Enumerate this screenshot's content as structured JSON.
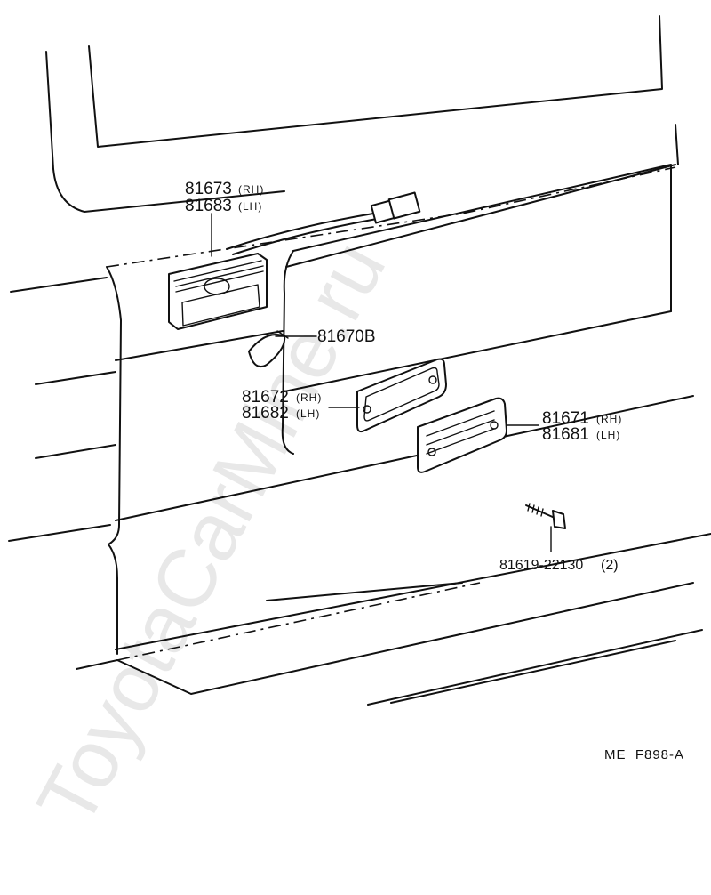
{
  "watermark": "ToyotaCarMine.ru",
  "figure_code": "ME  F898-A",
  "callouts": [
    {
      "part_no": "81673",
      "side": "(RH)"
    },
    {
      "part_no": "81683",
      "side": "(LH)"
    },
    {
      "part_no": "81670B",
      "side": ""
    },
    {
      "part_no": "81672",
      "side": "(RH)"
    },
    {
      "part_no": "81682",
      "side": "(LH)"
    },
    {
      "part_no": "81671",
      "side": "(RH)"
    },
    {
      "part_no": "81681",
      "side": "(LH)"
    },
    {
      "part_no": "81619-22130",
      "side": "(2)"
    }
  ]
}
